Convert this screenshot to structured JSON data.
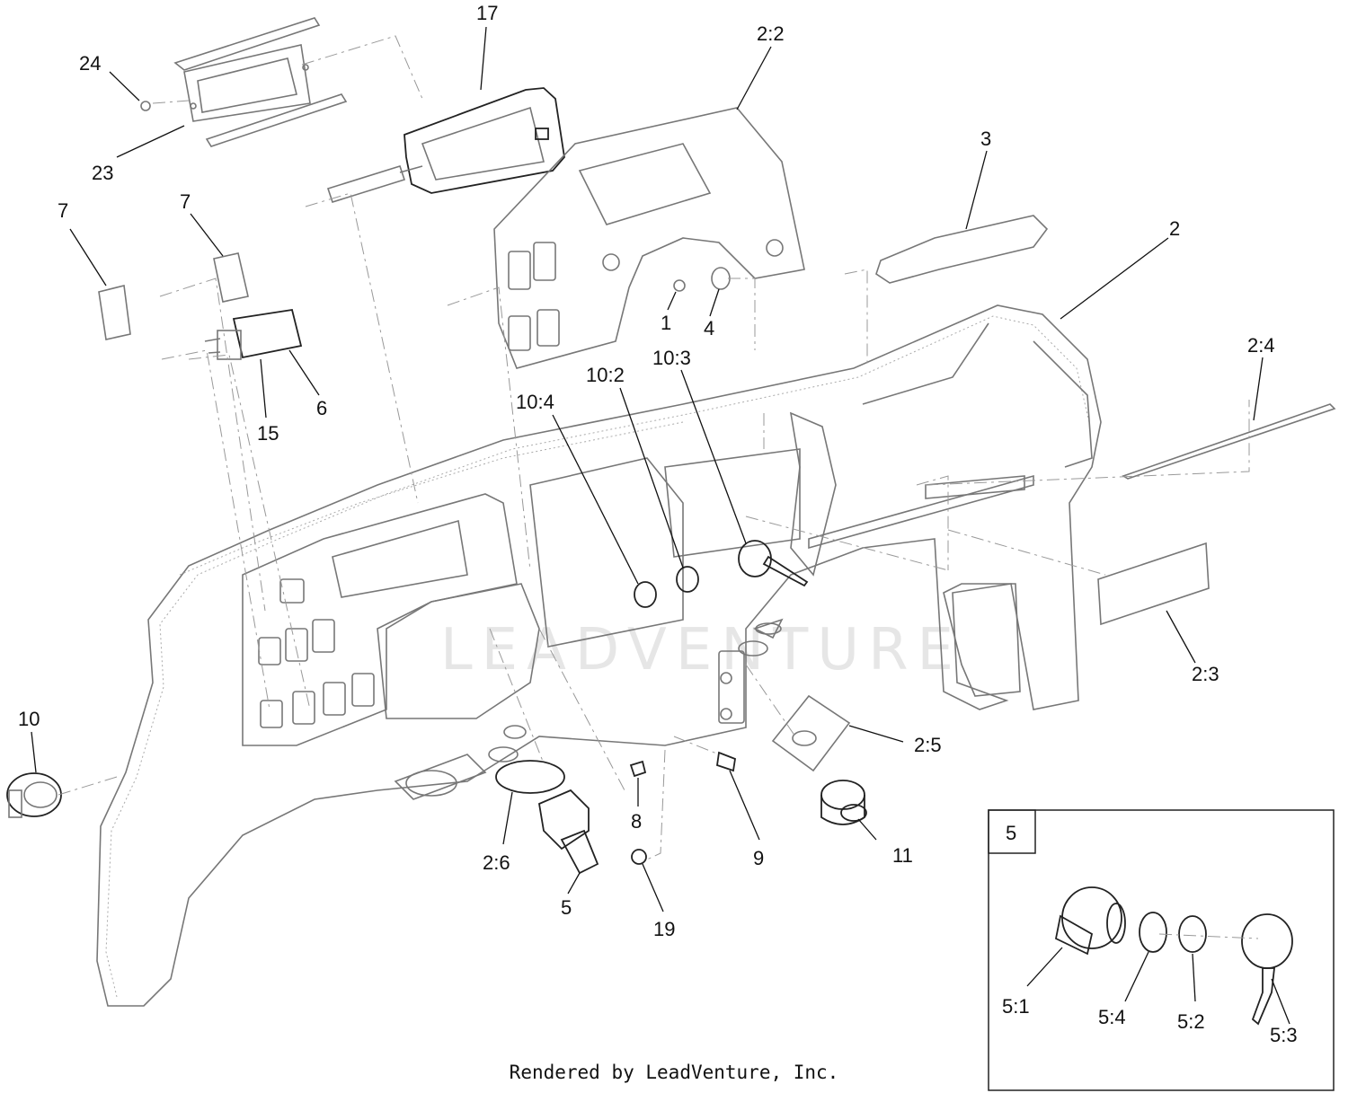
{
  "watermark": "LEADVENTURE",
  "footer": "Rendered by LeadVenture, Inc.",
  "callouts": {
    "c17": "17",
    "c24": "24",
    "c23": "23",
    "c2_2": "2:2",
    "c3": "3",
    "c2": "2",
    "c7a": "7",
    "c7b": "7",
    "c1": "1",
    "c4": "4",
    "c6": "6",
    "c15": "15",
    "c10_4": "10:4",
    "c10_2": "10:2",
    "c10_3": "10:3",
    "c2_4": "2:4",
    "c2_3": "2:3",
    "c10": "10",
    "c2_5": "2:5",
    "c8": "8",
    "c9": "9",
    "c11": "11",
    "c2_6": "2:6",
    "c5": "5",
    "c19": "19"
  },
  "inset": {
    "label": "5",
    "c5_1": "5:1",
    "c5_4": "5:4",
    "c5_2": "5:2",
    "c5_3": "5:3"
  }
}
